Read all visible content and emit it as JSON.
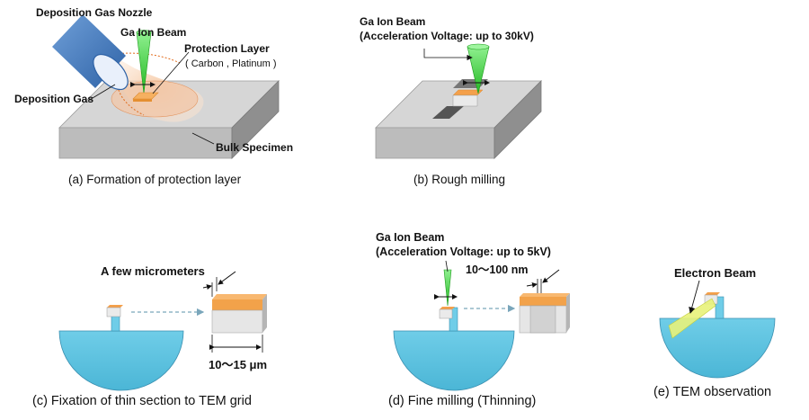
{
  "panel_a": {
    "nozzle_label": "Deposition Gas Nozzle",
    "beam_label": "Ga Ion Beam",
    "layer_label": "Protection Layer",
    "layer_materials": "( Carbon , Platinum )",
    "gas_label": "Deposition Gas",
    "specimen_label": "Bulk Specimen",
    "caption": "(a)   Formation of protection layer"
  },
  "panel_b": {
    "beam_label": "Ga Ion Beam",
    "voltage_label": "(Acceleration Voltage: up to 30kV)",
    "caption": "(b)   Rough milling"
  },
  "panel_c": {
    "thickness_label": "A few micrometers",
    "width_label": "10～15 μm",
    "caption": "(c)   Fixation of thin section to TEM grid"
  },
  "panel_d": {
    "beam_label": "Ga Ion Beam",
    "voltage_label": "(Acceleration Voltage: up to 5kV)",
    "thickness_label": "10～100 nm",
    "caption": "(d)   Fine milling (Thinning)"
  },
  "panel_e": {
    "beam_label": "Electron Beam",
    "caption": "(e)   TEM observation"
  },
  "colors": {
    "specimen_top": "#d4d4d4",
    "specimen_front": "#b9b9b9",
    "specimen_side": "#8e8e8e",
    "ion_beam": "#3fd43f",
    "protection_layer": "#f2a24a",
    "nozzle": "#4a7fc1",
    "grid": "#5bc3e0",
    "electron_beam": "#e5f06a"
  }
}
